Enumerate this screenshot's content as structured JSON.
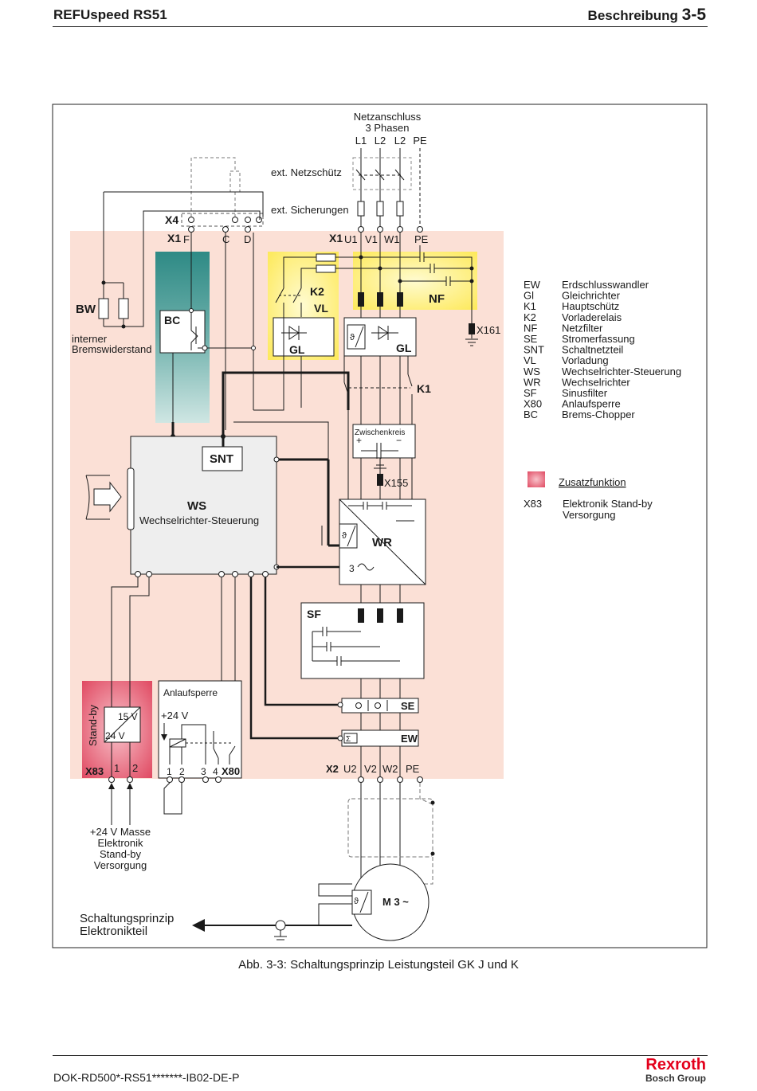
{
  "header": {
    "left": "REFUspeed RS51",
    "right_text": "Beschreibung",
    "right_num": "3-5"
  },
  "footer": {
    "doc_id": "DOK-RD500*-RS51*******-IB02-DE-P",
    "brand": "Rexroth",
    "brand_sub": "Bosch Group"
  },
  "caption": "Abb. 3-3: Schaltungsprinzip Leistungsteil GK J und K",
  "colors": {
    "peach": "#fbe0d6",
    "yellow": "#fef27a",
    "teal_dark": "#2e8a85",
    "teal_light": "#cfe6e3",
    "red_block": "#e7556c",
    "arrow": "#e3001b"
  },
  "diagram": {
    "netz_title": "Netzanschluss",
    "netz_phases": "3 Phasen",
    "netz_terms": [
      "L1",
      "L2",
      "L2",
      "PE"
    ],
    "ext_netzschuetz": "ext. Netzschütz",
    "ext_sicherungen": "ext. Sicherungen",
    "x4": "X4",
    "x1a": "X1",
    "x1a_terms": [
      "F",
      "C",
      "D"
    ],
    "x1b": "X1",
    "x1b_terms": [
      "U1",
      "V1",
      "W1",
      "PE"
    ],
    "bw": "BW",
    "brems_line1": "interner",
    "brems_line2": "Bremswiderstand",
    "bc": "BC",
    "k2": "K2",
    "vl": "VL",
    "gl_left": "GL",
    "gl_right": "GL",
    "nf": "NF",
    "x161": "X161",
    "k1": "K1",
    "snt": "SNT",
    "ws": "WS",
    "ws_full": "Wechselrichter-Steuerung",
    "zwischenkreis": "Zwischenkreis",
    "plus": "+",
    "minus": "−",
    "x155": "X155",
    "wr": "WR",
    "three_ac": "3",
    "sf": "SF",
    "se": "SE",
    "ew": "EW",
    "standby": "Stand-by",
    "v15": "15 V",
    "v24": "24 V",
    "x83": "X83",
    "x83_terms": [
      "1",
      "2"
    ],
    "anlaufsperre": "Anlaufsperre",
    "anl_24v": "+24 V",
    "x80_terms": [
      "1",
      "2",
      "3",
      "4"
    ],
    "x80": "X80",
    "x2": "X2",
    "x2_terms": [
      "U2",
      "V2",
      "W2",
      "PE"
    ],
    "motor": "M 3 ~",
    "supply": [
      "+24 V Masse",
      "Elektronik",
      "Stand-by",
      "Versorgung"
    ],
    "elektronik_line1": "Schaltungsprinzip",
    "elektronik_line2": "Elektronikteil"
  },
  "legend": [
    {
      "abbr": "EW",
      "desc": "Erdschlusswandler"
    },
    {
      "abbr": "Gl",
      "desc": "Gleichrichter"
    },
    {
      "abbr": "K1",
      "desc": "Hauptschütz"
    },
    {
      "abbr": "K2",
      "desc": "Vorladerelais"
    },
    {
      "abbr": "NF",
      "desc": "Netzfilter"
    },
    {
      "abbr": "SE",
      "desc": "Stromerfassung"
    },
    {
      "abbr": "SNT",
      "desc": "Schaltnetzteil"
    },
    {
      "abbr": "VL",
      "desc": "Vorladung"
    },
    {
      "abbr": "WS",
      "desc": "Wechselrichter-Steuerung"
    },
    {
      "abbr": "WR",
      "desc": "Wechselrichter"
    },
    {
      "abbr": "SF",
      "desc": "Sinusfilter"
    },
    {
      "abbr": "X80",
      "desc": "Anlaufsperre"
    },
    {
      "abbr": "BC",
      "desc": "Brems-Chopper"
    }
  ],
  "zusatz": "Zusatzfunktion",
  "x83_note": {
    "abbr": "X83",
    "line1": "Elektronik Stand-by",
    "line2": "Versorgung"
  }
}
